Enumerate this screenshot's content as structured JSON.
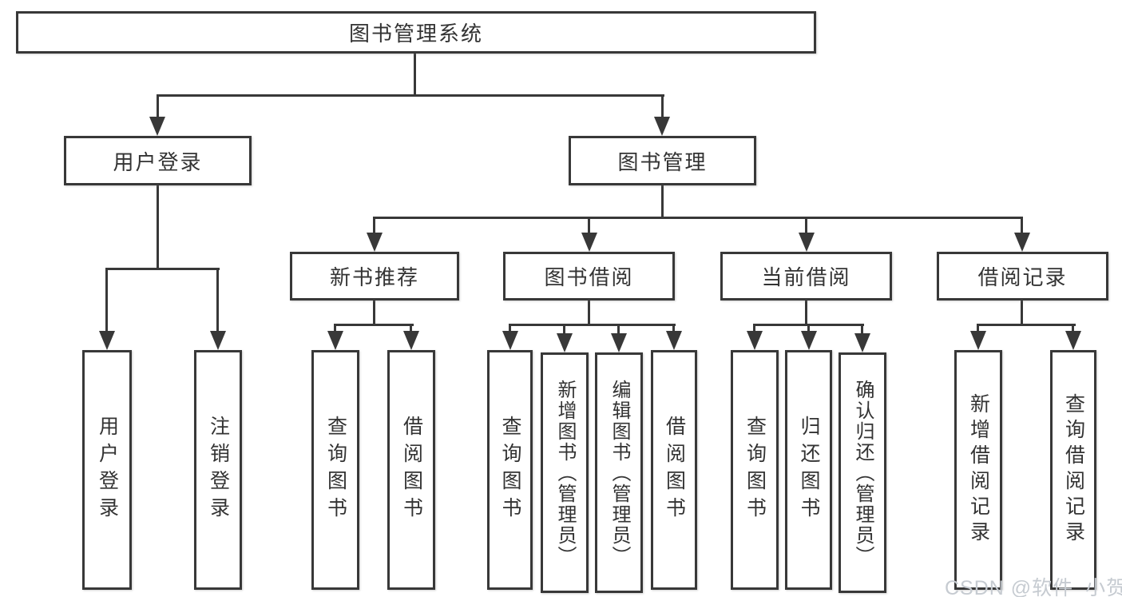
{
  "nodes": {
    "root": "图书管理系统",
    "level2": [
      "用户登录",
      "图书管理"
    ],
    "level3": [
      "新书推荐",
      "图书借阅",
      "当前借阅",
      "借阅记录"
    ],
    "leaves_user_login": [
      "用户登录",
      "注销登录"
    ],
    "leaves_new_book": [
      "查询图书",
      "借阅图书"
    ],
    "leaves_book_borrow": [
      "查询图书",
      "新增图书（管理员）",
      "编辑图书（管理员）",
      "借阅图书"
    ],
    "leaves_current_borrow": [
      "查询图书",
      "归还图书",
      "确认归还（管理员）"
    ],
    "leaves_borrow_records": [
      "新增借阅记录",
      "查询借阅记录"
    ]
  },
  "watermark": "CSDN @软件_小贺同学",
  "colors": {
    "line": "#383838",
    "text": "#333333",
    "background": "#ffffff",
    "watermark": "#c6cbd1"
  }
}
